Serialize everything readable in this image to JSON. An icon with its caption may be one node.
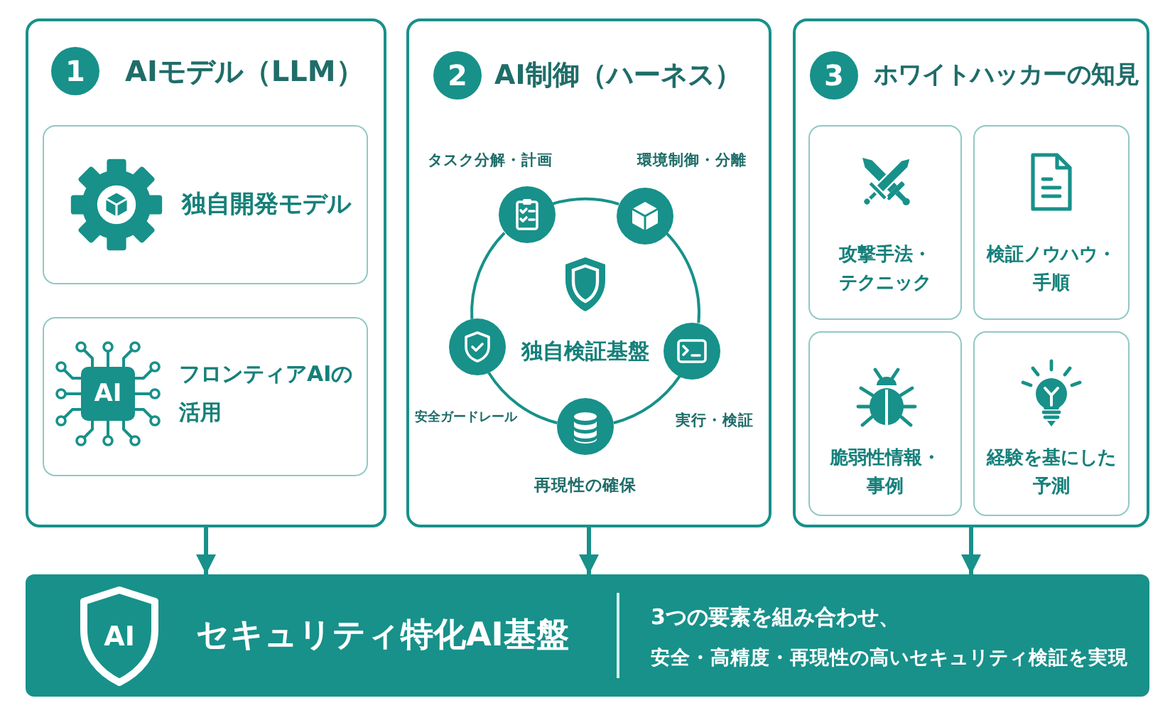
{
  "diagram": {
    "nodes": [
      {
        "text": [
          "AIモデル（LLM）"
        ]
      },
      {
        "text": [
          "1"
        ],
        "in": 0
      },
      {
        "text": [
          "独自開発モデル"
        ],
        "in": 0
      },
      {
        "text": [
          "フロンティアAIの活用"
        ],
        "in": 0
      },
      {
        "text": [
          "AI制御（ハーネス）"
        ]
      },
      {
        "text": [
          "2"
        ],
        "in": 4
      },
      {
        "text": [],
        "shape": "circle",
        "beside": [
          "タスク分解・計画"
        ],
        "in": 4
      },
      {
        "text": [],
        "shape": "circle",
        "beside": [
          "環境制御・分離"
        ],
        "in": 4
      },
      {
        "text": [],
        "shape": "circle",
        "beside": [
          "安全ガードレール"
        ],
        "in": 4
      },
      {
        "text": [],
        "shape": "circle",
        "beside": [
          "実行・検証"
        ],
        "in": 4
      },
      {
        "text": [],
        "shape": "circle",
        "beside": [
          "再現性の確保"
        ],
        "in": 4
      },
      {
        "text": [
          "ホワイトハッカーの知見"
        ]
      },
      {
        "text": [
          "3"
        ],
        "in": 11
      },
      {
        "text": [
          "攻撃手法・テクニック"
        ],
        "in": 11
      },
      {
        "text": [
          "検証ノウハウ・手順"
        ],
        "in": 11
      },
      {
        "text": [
          "脆弱性情報・事例"
        ],
        "in": 11
      },
      {
        "text": [
          "経験を基にした予測"
        ],
        "in": 11
      },
      {
        "text": [
          "セキュリティ特化AI基盤",
          "3つの要素を組み合わせ、",
          "安全・高精度・再現性の高いセキュリティ検証を実現"
        ]
      }
    ],
    "edges": [
      {
        "from": 6,
        "to": 7,
        "arrow": "none"
      },
      {
        "from": 7,
        "to": 9,
        "arrow": "none"
      },
      {
        "from": 9,
        "to": 10,
        "arrow": "none"
      },
      {
        "from": 10,
        "to": 8,
        "arrow": "none"
      },
      {
        "from": 8,
        "to": 6,
        "arrow": "none"
      },
      {
        "from": 0,
        "to": 17,
        "arrow": "to"
      },
      {
        "from": 4,
        "to": 17,
        "arrow": "to"
      },
      {
        "from": 11,
        "to": 17,
        "arrow": "to"
      }
    ],
    "labels": [
      "AI",
      "独自検証基盤",
      "AI"
    ]
  }
}
